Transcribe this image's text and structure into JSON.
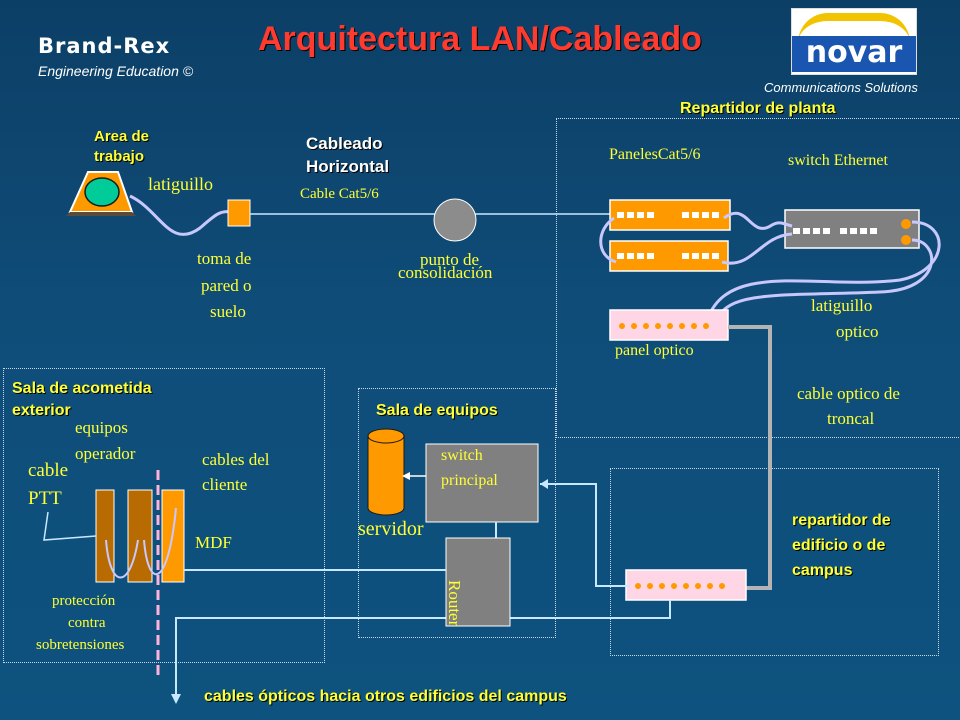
{
  "header": {
    "brand": "Brand-Rex",
    "subtitle": "Engineering Education ©",
    "title": "Arquitectura LAN/Cableado",
    "logo_text": "novar",
    "tagline": "Communications Solutions"
  },
  "labels": {
    "repartidor_planta": "Repartidor de planta",
    "area_trabajo": "Area de trabajo",
    "latiguillo": "latiguillo",
    "cableado_horizontal": "Cableado Horizontal",
    "cable_cat": "Cable Cat5/6",
    "toma_pared_1": "toma de",
    "toma_pared_2": "pared o",
    "toma_pared_3": "suelo",
    "punto_consolidacion_1": "punto de",
    "punto_consolidacion_2": "consolidación",
    "paneles": "PanelesCat5/6",
    "switch_ethernet": "switch Ethernet",
    "latiguillo_optico_1": "latiguillo",
    "latiguillo_optico_2": "optico",
    "panel_optico": "panel optico",
    "cable_troncal_1": "cable optico de",
    "cable_troncal_2": "troncal",
    "sala_acometida": "Sala de acometida exterior",
    "equipos_operador_1": "equipos",
    "equipos_operador_2": "operador",
    "cable_ptt_1": "cable",
    "cable_ptt_2": "PTT",
    "cables_cliente_1": "cables del",
    "cables_cliente_2": "cliente",
    "mdf": "MDF",
    "proteccion_1": "protección",
    "proteccion_2": "contra",
    "proteccion_3": "sobretensiones",
    "sala_equipos": "Sala de equipos",
    "switch_principal_1": "switch",
    "switch_principal_2": "principal",
    "servidor": "servidor",
    "router": "Router",
    "repartidor_edificio_1": "repartidor de",
    "repartidor_edificio_2": "edificio o de",
    "repartidor_edificio_3": "campus",
    "cables_opticos": "cables ópticos hacia otros edificios del campus"
  },
  "colors": {
    "background": "#0f4d79",
    "title": "#ff3b2f",
    "label_yellow": "#ffff33",
    "panel_orange": "#ff9900",
    "fiber_pink": "#ffd6e6",
    "cable_lavender": "#c8c8ff",
    "device_gray": "#808080"
  }
}
